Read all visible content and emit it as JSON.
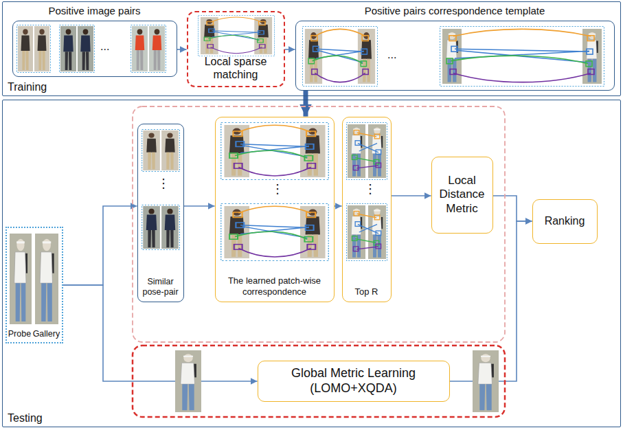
{
  "diagram": {
    "nodes": [
      {
        "text": [
          "Training"
        ]
      },
      {
        "text": [
          "Positive image pairs"
        ],
        "in": 0
      },
      {
        "text": [
          "Local sparse matching"
        ],
        "in": 0
      },
      {
        "text": [
          "Positive pairs correspondence template"
        ],
        "in": 0
      },
      {
        "text": [
          "Testing"
        ]
      },
      {
        "text": [
          "Probe",
          "Gallery"
        ],
        "in": 4
      },
      {
        "text": [
          "Similar pose-pair"
        ],
        "in": 4
      },
      {
        "text": [
          "The learned patch-wise correspondence"
        ],
        "in": 4
      },
      {
        "text": [
          "Top R"
        ],
        "in": 4
      },
      {
        "text": [
          "Local Distance Metric"
        ],
        "in": 4
      },
      {
        "text": [
          "Ranking"
        ],
        "in": 4
      },
      {
        "text": [
          "Global Metric Learning (LOMO+XQDA)"
        ],
        "in": 4
      }
    ],
    "edges": [
      {
        "from": 1,
        "to": 2,
        "arrow": "to"
      },
      {
        "from": 2,
        "to": 3,
        "arrow": "to"
      },
      {
        "from": 3,
        "to": 7,
        "arrow": "to"
      },
      {
        "from": 5,
        "to": 6,
        "arrow": "to"
      },
      {
        "from": 5,
        "to": 11,
        "arrow": "to"
      },
      {
        "from": 6,
        "to": 7,
        "arrow": "to"
      },
      {
        "from": 7,
        "to": 8,
        "arrow": "to"
      },
      {
        "from": 8,
        "to": 9,
        "arrow": "to"
      },
      {
        "from": 9,
        "to": 10,
        "arrow": "to"
      },
      {
        "from": 11,
        "to": 10,
        "arrow": "to"
      }
    ],
    "labels": [
      "...",
      "...",
      "⋮",
      "⋮",
      "⋮"
    ]
  }
}
